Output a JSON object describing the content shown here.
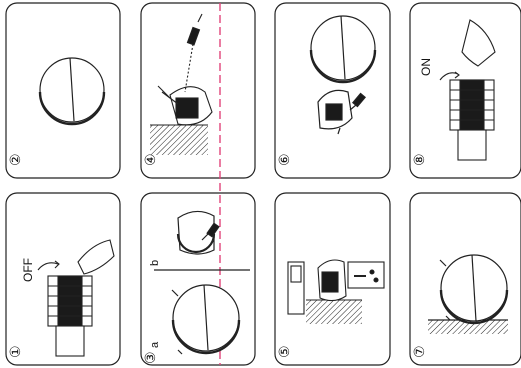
{
  "panels": [
    {
      "number": "②"
    },
    {
      "number": "④"
    },
    {
      "number": "⑥"
    },
    {
      "number": "⑧"
    },
    {
      "number": "①"
    },
    {
      "number": "③"
    },
    {
      "number": "⑤"
    },
    {
      "number": "⑦"
    }
  ],
  "labels": {
    "on": "ON",
    "off": "OFF",
    "sub_a": "a",
    "sub_b": "b"
  },
  "colors": {
    "line": "#222222",
    "dashed_guide": "#e0457a",
    "dark_fill": "#1a1a1a"
  }
}
